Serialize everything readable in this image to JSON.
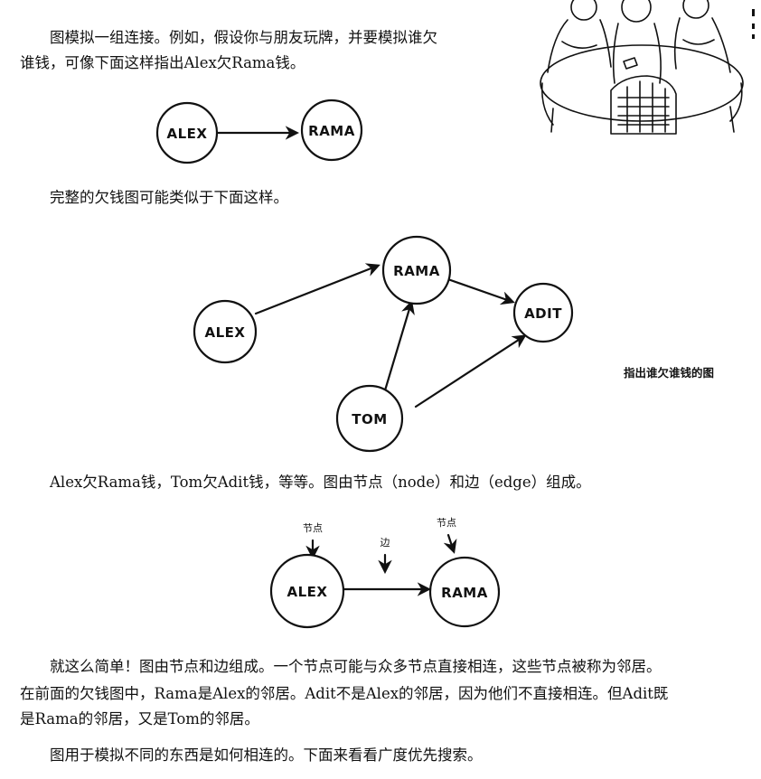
{
  "paragraphs": {
    "intro_line1": "图模拟一组连接。例如，假设你与朋友玩牌，并要模拟谁欠",
    "intro_line2": "谁钱，可像下面这样指出Alex欠Rama钱。",
    "full_graph": "完整的欠钱图可能类似于下面这样。",
    "nodes_edges": "Alex欠Rama钱，Tom欠Adit钱，等等。图由节点（node）和边（edge）组成。",
    "simple_line1": "就这么简单！图由节点和边组成。一个节点可能与众多节点直接相连，这些节点被称为邻居。",
    "simple_line2": "在前面的欠钱图中，Rama是Alex的邻居。Adit不是Alex的邻居，因为他们不直接相连。但Adit既",
    "simple_line3": "是Rama的邻居，又是Tom的邻居。",
    "closing": "图用于模拟不同的东西是如何相连的。下面来看看广度优先搜索。"
  },
  "figure1": {
    "nodes": [
      "ALEX",
      "RAMA"
    ]
  },
  "figure2": {
    "nodes": [
      "RAMA",
      "ALEX",
      "ADIT",
      "TOM"
    ],
    "caption": "指出谁欠谁钱的图"
  },
  "figure3": {
    "nodes": [
      "ALEX",
      "RAMA"
    ],
    "node_label": "节点",
    "edge_label": "边"
  }
}
